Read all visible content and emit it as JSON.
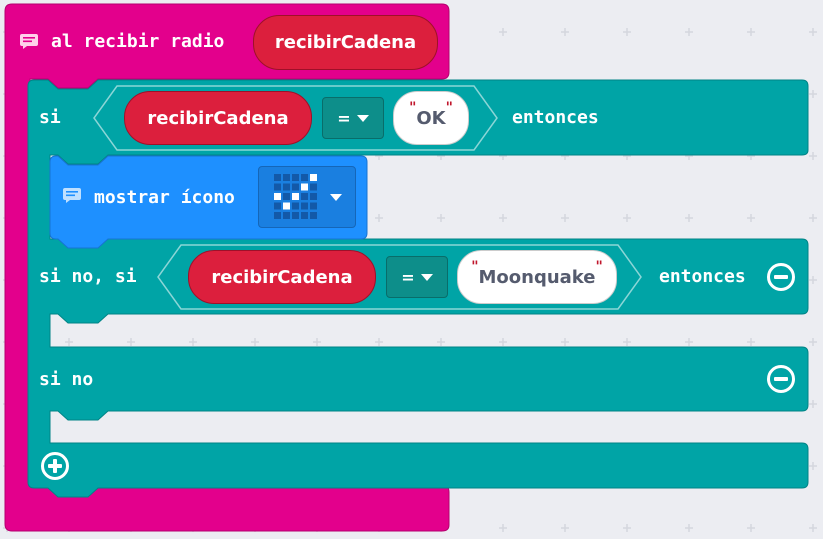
{
  "colors": {
    "background": "#ecedf2",
    "radio_event": "#e3008c",
    "logic": "#00a4a6",
    "basic": "#1e90ff",
    "text_value": "#dc1f3d"
  },
  "event_block": {
    "label": "al recibir radio",
    "param": "recibirCadena"
  },
  "if_block": {
    "if_label": "si",
    "then_label": "entonces",
    "condition1": {
      "variable": "recibirCadena",
      "operator": "=",
      "value": "OK"
    },
    "else_if_label": "si no, si",
    "condition2": {
      "variable": "recibirCadena",
      "operator": "=",
      "value": "Moonquake"
    },
    "else_label": "si no"
  },
  "show_icon": {
    "label": "mostrar ícono"
  },
  "icons": {
    "comment": "comment-icon",
    "minus": "minus-circle-icon",
    "plus": "plus-circle-icon",
    "dropdown": "chevron-down-icon",
    "led_preview": "led-check-icon"
  }
}
